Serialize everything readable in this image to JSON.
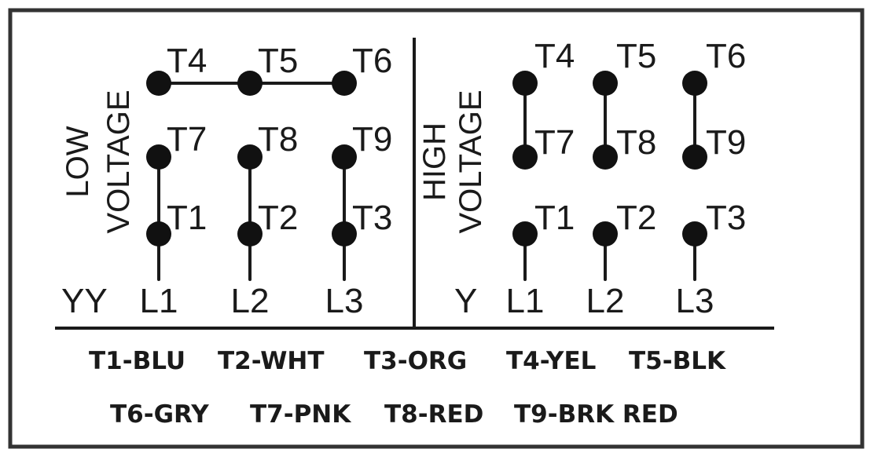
{
  "low_voltage": {
    "label_line1": "LOW",
    "label_line2": "VOLTAGE",
    "connection": "YY",
    "terminals": [
      "T4",
      "T5",
      "T6",
      "T7",
      "T8",
      "T9",
      "T1",
      "T2",
      "T3"
    ],
    "lines": [
      "L1",
      "L2",
      "L3"
    ]
  },
  "high_voltage": {
    "label_line1": "HIGH",
    "label_line2": "VOLTAGE",
    "connection": "Y",
    "terminals": [
      "T4",
      "T5",
      "T6",
      "T7",
      "T8",
      "T9",
      "T1",
      "T2",
      "T3"
    ],
    "lines": [
      "L1",
      "L2",
      "L3"
    ]
  },
  "color_codes": [
    [
      "T1-BLU",
      "T2-WHT",
      "T3-ORG",
      "T4-YEL",
      "T5-BLK"
    ],
    [
      "T6-GRY",
      "T7-PNK",
      "T8-RED",
      "T9-BRK RED"
    ]
  ]
}
